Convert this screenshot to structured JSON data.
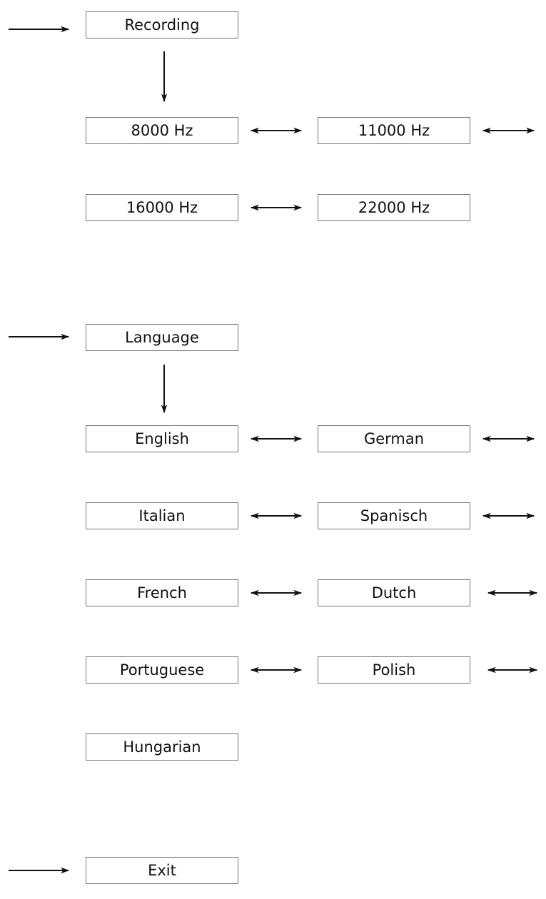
{
  "colors": {
    "box_border": "#777777",
    "text": "#111111",
    "arrow": "#111111",
    "background": "#ffffff"
  },
  "recording": {
    "title": "Recording",
    "options": [
      "8000 Hz",
      "11000 Hz",
      "16000 Hz",
      "22000 Hz"
    ]
  },
  "language": {
    "title": "Language",
    "options": [
      "English",
      "German",
      "Italian",
      "Spanisch",
      "French",
      "Dutch",
      "Portuguese",
      "Polish",
      "Hungarian"
    ]
  },
  "exit": {
    "title": "Exit"
  }
}
